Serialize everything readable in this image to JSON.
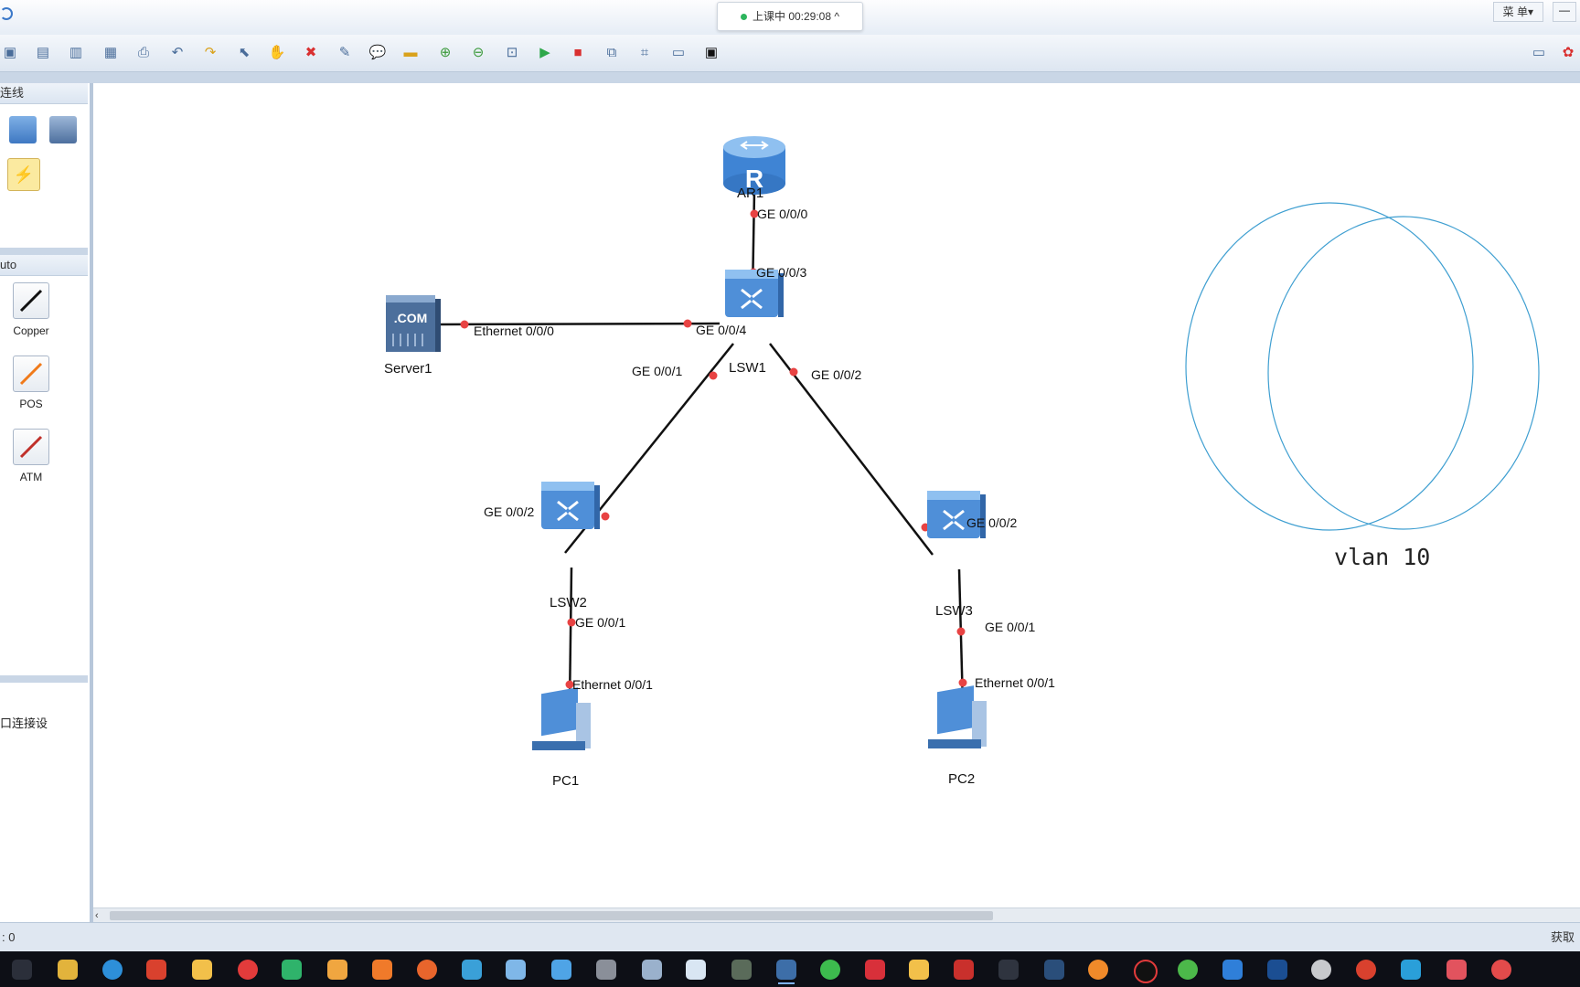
{
  "window": {
    "session_indicator": "上课中 00:29:08 ^",
    "menu_label": "菜 单▾",
    "minimize_label": "—"
  },
  "toolbar": {
    "icons": [
      "new-topology-icon",
      "open-icon",
      "save-icon",
      "save-as-icon",
      "print-icon",
      "undo-icon",
      "redo-icon",
      "select-icon",
      "pan-hand-icon",
      "delete-icon",
      "delete-connection-icon",
      "text-annotation-icon",
      "rectangle-icon",
      "zoom-in-icon",
      "zoom-out-icon",
      "fit-view-icon",
      "start-device-icon",
      "stop-device-icon",
      "capture-data-icon",
      "topology-icon",
      "full-screen-icon",
      "command-line-icon"
    ],
    "right_icons": [
      "feedback-icon",
      "huawei-logo-icon"
    ]
  },
  "left_panel": {
    "section_connections_title": "连线",
    "section_auto_title": "uto",
    "cable_types": [
      {
        "name": "copper",
        "label": "Copper",
        "color": "#111111"
      },
      {
        "name": "pos",
        "label": "POS",
        "color": "#f07a1a"
      },
      {
        "name": "atm",
        "label": "ATM",
        "color": "#c0302a"
      }
    ],
    "bottom_text": "口连接设"
  },
  "topology": {
    "devices": [
      {
        "id": "ar1",
        "label": "AR1",
        "type": "router"
      },
      {
        "id": "lsw1",
        "label": "LSW1",
        "type": "switch"
      },
      {
        "id": "lsw2",
        "label": "LSW2",
        "type": "switch"
      },
      {
        "id": "lsw3",
        "label": "LSW3",
        "type": "switch"
      },
      {
        "id": "server1",
        "label": "Server1",
        "type": "server"
      },
      {
        "id": "pc1",
        "label": "PC1",
        "type": "pc"
      },
      {
        "id": "pc2",
        "label": "PC2",
        "type": "pc"
      }
    ],
    "ports": {
      "ar1_g000": "GE 0/0/0",
      "lsw1_g003": "GE 0/0/3",
      "server1_e000": "Ethernet 0/0/0",
      "lsw1_g004": "GE 0/0/4",
      "lsw1_g001": "GE 0/0/1",
      "lsw1_g002": "GE 0/0/2",
      "lsw2_g002": "GE 0/0/2",
      "lsw2_g001": "GE 0/0/1",
      "pc1_e001": "Ethernet 0/0/1",
      "lsw3_g002": "GE 0/0/2",
      "lsw3_g001": "GE 0/0/1",
      "pc2_e001": "Ethernet 0/0/1"
    },
    "vlan_label": "vlan 10",
    "colors": {
      "device_blue": "#4f8fd8",
      "link": "#111111",
      "port_dot": "#e84343",
      "circle": "#3f9fd1"
    }
  },
  "status_bar": {
    "left": ": 0",
    "right": "获取"
  },
  "taskbar": {
    "icons": [
      "task-view-icon",
      "file-explorer-icon",
      "edge-browser-icon",
      "app-icon-1",
      "app-icon-2",
      "netease-music-icon",
      "media-player-icon",
      "app-icon-3",
      "app-icon-4",
      "firefox-icon",
      "app-icon-5",
      "app-icon-6",
      "app-icon-7",
      "app-icon-8",
      "app-icon-9",
      "app-icon-10",
      "app-icon-11",
      "ensp-icon",
      "wechat-icon",
      "app-icon-12",
      "app-icon-13",
      "app-icon-14",
      "app-icon-15",
      "steam-icon",
      "app-icon-16",
      "record-icon",
      "app-icon-17",
      "app-icon-18",
      "app-icon-19",
      "app-icon-20",
      "app-icon-21",
      "app-icon-22",
      "app-icon-23",
      "app-icon-24"
    ]
  }
}
